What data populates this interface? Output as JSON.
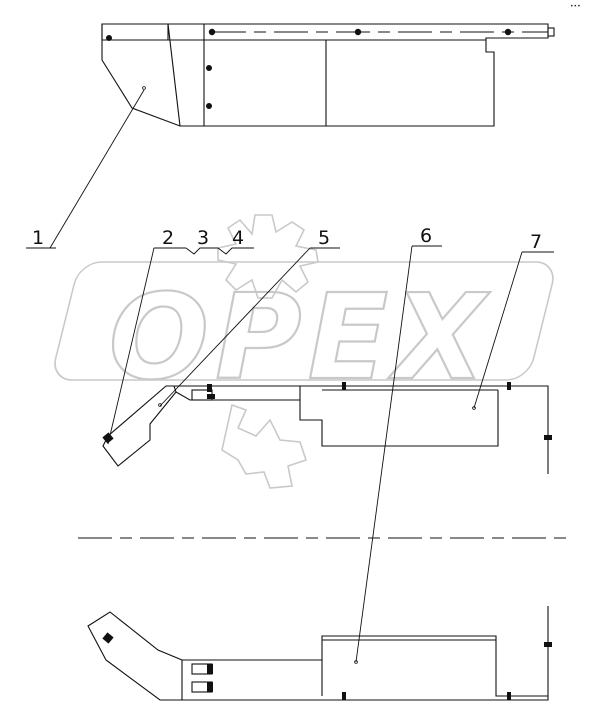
{
  "watermark": {
    "text": "OPEX",
    "color": "#c9c9c9"
  },
  "corner_mark": "•••",
  "callouts": [
    "1",
    "2",
    "3",
    "4",
    "5",
    "6",
    "7"
  ],
  "colors": {
    "line": "#111111",
    "background": "#ffffff"
  },
  "views": [
    "top-view",
    "side-view-upper",
    "side-view-lower"
  ]
}
